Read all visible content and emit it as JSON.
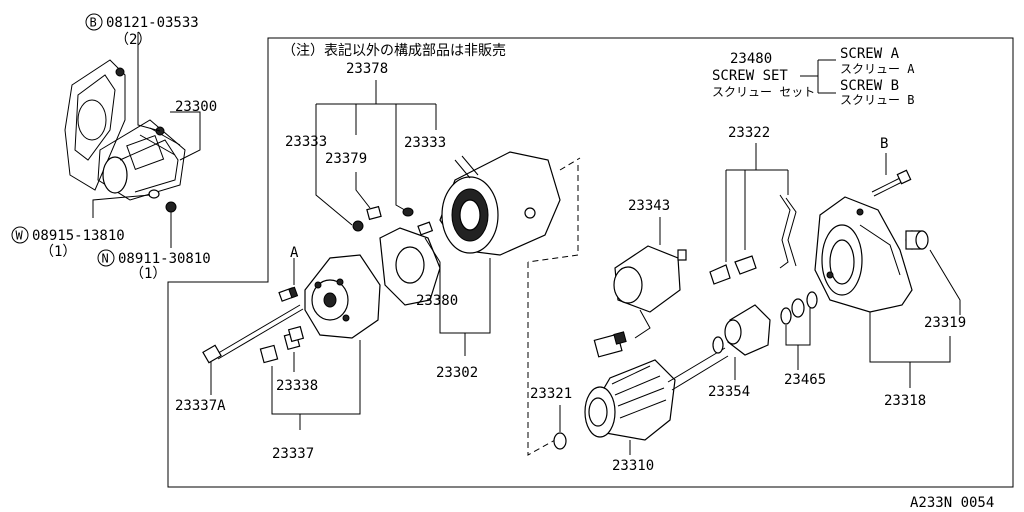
{
  "note": "（注）表記以外の構成部品は非販売",
  "screw_set": {
    "part_no": "23480",
    "name_en": "SCREW SET",
    "name_jp": "スクリュー セット",
    "items": [
      "SCREW  A",
      "スクリュー A",
      "SCREW  B",
      "スクリュー B"
    ]
  },
  "callouts": {
    "b_bolt": "08121-03533",
    "b_bolt_qty": "（2）",
    "w_washer": "08915-13810",
    "w_washer_qty": "（1）",
    "n_nut": "08911-30810",
    "n_nut_qty": "（1）",
    "b_letter": "B",
    "w_letter": "W",
    "n_letter": "N"
  },
  "parts": {
    "p23300": "23300",
    "p23378": "23378",
    "p23333_left": "23333",
    "p23333_right": "23333",
    "p23379": "23379",
    "p23380": "23380",
    "p23302": "23302",
    "p23337a": "23337A",
    "p23338": "23338",
    "p23337": "23337",
    "p23343": "23343",
    "p23322": "23322",
    "p23321": "23321",
    "p23310": "23310",
    "p23354": "23354",
    "p23465": "23465",
    "p23319": "23319",
    "p23318": "23318"
  },
  "letters": {
    "a": "A",
    "b": "B"
  },
  "code": "A233N 0054"
}
